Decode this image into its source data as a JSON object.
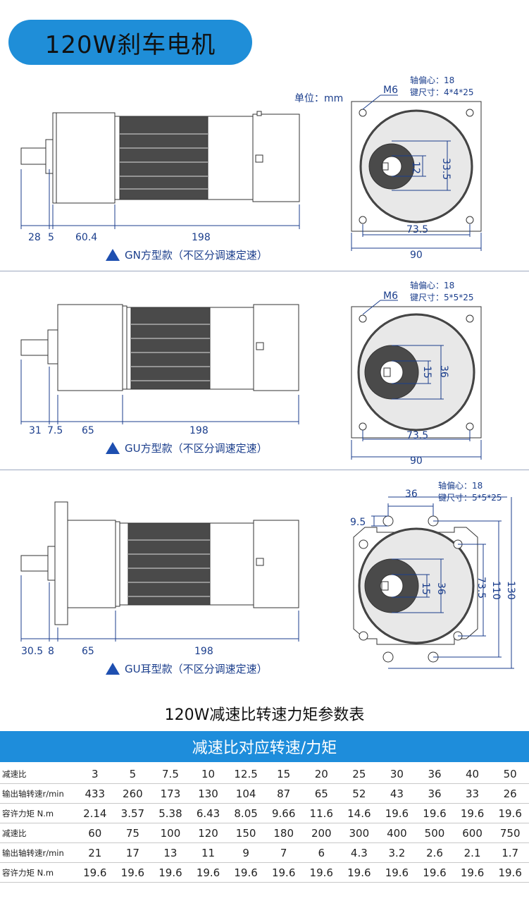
{
  "title": "120W刹车电机",
  "unit_label": "单位：mm",
  "sections": [
    {
      "caption": "GN方型款（不区分调速定速）",
      "side_dims": [
        "28",
        "5",
        "60.4",
        "198"
      ],
      "front_thread": "M6",
      "front_notes": "轴偏心：18\n键尺寸：4*4*25",
      "front_dims": [
        "12",
        "33.5",
        "73.5",
        "90"
      ]
    },
    {
      "caption": "GU方型款（不区分调速定速）",
      "side_dims": [
        "31",
        "7.5",
        "65",
        "198"
      ],
      "front_thread": "M6",
      "front_notes": "轴偏心：18\n键尺寸：5*5*25",
      "front_dims": [
        "15",
        "36",
        "73.5",
        "90"
      ]
    },
    {
      "caption": "GU耳型款（不区分调速定速）",
      "side_dims": [
        "30.5",
        "8",
        "65",
        "198"
      ],
      "front_notes": "轴偏心：18\n键尺寸：5*5*25",
      "front_dims": [
        "36",
        "9.5",
        "15",
        "36",
        "73.5",
        "110",
        "130"
      ]
    }
  ],
  "table": {
    "title": "120W减速比转速力矩参数表",
    "header": "减速比对应转速/力矩",
    "rows": [
      {
        "label": "减速比",
        "values": [
          "3",
          "5",
          "7.5",
          "10",
          "12.5",
          "15",
          "20",
          "25",
          "30",
          "36",
          "40",
          "50"
        ]
      },
      {
        "label": "输出轴转速r/min",
        "values": [
          "433",
          "260",
          "173",
          "130",
          "104",
          "87",
          "65",
          "52",
          "43",
          "36",
          "33",
          "26"
        ]
      },
      {
        "label": "容许力矩 N.m",
        "values": [
          "2.14",
          "3.57",
          "5.38",
          "6.43",
          "8.05",
          "9.66",
          "11.6",
          "14.6",
          "19.6",
          "19.6",
          "19.6",
          "19.6"
        ]
      },
      {
        "label": "减速比",
        "values": [
          "60",
          "75",
          "100",
          "120",
          "150",
          "180",
          "200",
          "300",
          "400",
          "500",
          "600",
          "750"
        ]
      },
      {
        "label": "输出轴转速r/min",
        "values": [
          "21",
          "17",
          "13",
          "11",
          "9",
          "7",
          "6",
          "4.3",
          "3.2",
          "2.6",
          "2.1",
          "1.7"
        ]
      },
      {
        "label": "容许力矩 N.m",
        "values": [
          "19.6",
          "19.6",
          "19.6",
          "19.6",
          "19.6",
          "19.6",
          "19.6",
          "19.6",
          "19.6",
          "19.6",
          "19.6",
          "19.6"
        ]
      }
    ]
  },
  "colors": {
    "accent": "#1e8ddb",
    "dimension": "#1b3e8c",
    "housing_dark": "#4a4a4a",
    "housing_light": "#f4f4f4"
  }
}
